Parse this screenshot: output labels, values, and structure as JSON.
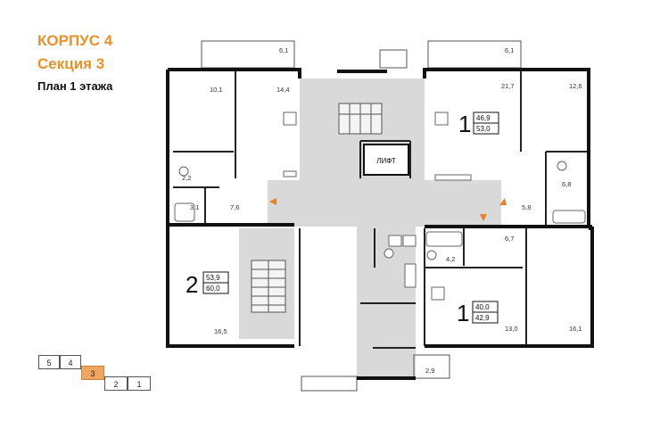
{
  "header": {
    "title": "КОРПУС 4",
    "section": "Секция 3",
    "floor": "План 1 этажа"
  },
  "colors": {
    "accent": "#e8902b",
    "common_area": "#d9d9d9",
    "wall": "#111111",
    "door_marker": "#e8822a"
  },
  "room_areas": {
    "balcony_left": "6,1",
    "balcony_right": "6,1",
    "r10_1": "10,1",
    "r14_4": "14,4",
    "r21_7": "21,7",
    "r12_6": "12,6",
    "r2_2": "2,2",
    "r3_1": "3,1",
    "r7_6": "7,6",
    "r6_8": "6,8",
    "r5_8": "5,8",
    "r6_7": "6,7",
    "r4_2": "4,2",
    "r16_5": "16,5",
    "r13_0": "13,0",
    "r16_1": "16,1",
    "r2_9": "2,9"
  },
  "elevator_label": "ЛИФТ",
  "apartments": [
    {
      "rooms": "1",
      "living": "46,9",
      "total": "53,0"
    },
    {
      "rooms": "2",
      "living": "53,9",
      "total": "60,0"
    },
    {
      "rooms": "1",
      "living": "40,0",
      "total": "42,9"
    }
  ],
  "sections": [
    {
      "label": "5",
      "active": false
    },
    {
      "label": "4",
      "active": false
    },
    {
      "label": "3",
      "active": true
    },
    {
      "label": "2",
      "active": false
    },
    {
      "label": "1",
      "active": false
    }
  ]
}
